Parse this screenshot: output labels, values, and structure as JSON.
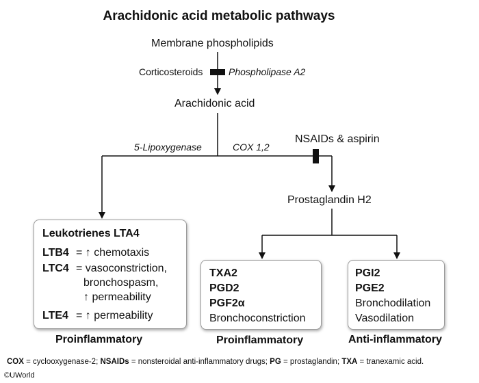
{
  "title": "Arachidonic acid metabolic pathways",
  "nodes": {
    "membrane": "Membrane phospholipids",
    "corticosteroids": "Corticosteroids",
    "phospholipase": "Phospholipase A2",
    "arachidonic": "Arachidonic acid",
    "lipoxygenase": "5-Lipoxygenase",
    "cox": "COX 1,2",
    "nsaids": "NSAIDs & aspirin",
    "pgh2": "Prostaglandin H2"
  },
  "leukotrienes": {
    "header": "Leukotrienes LTA4",
    "ltb4_label": "LTB4",
    "ltb4_text": "= ↑ chemotaxis",
    "ltc4_label": "LTC4",
    "ltc4_text1": "= vasoconstriction,",
    "ltc4_text2": "bronchospasm,",
    "ltc4_text3": "↑ permeability",
    "lte4_label": "LTE4",
    "lte4_text": "= ↑ permeability",
    "caption": "Proinflammatory"
  },
  "pro_prostanoids": {
    "items": [
      "TXA2",
      "PGD2",
      "PGF2α"
    ],
    "effect": "Bronchoconstriction",
    "caption": "Proinflammatory"
  },
  "anti_prostanoids": {
    "items": [
      "PGI2",
      "PGE2"
    ],
    "effects": [
      "Bronchodilation",
      "Vasodilation"
    ],
    "caption": "Anti-inflammatory"
  },
  "footnote": {
    "k1": "COX",
    "v1": " = cyclooxygenase-2; ",
    "k2": "NSAIDs",
    "v2": " = nonsteroidal anti-inflammatory drugs; ",
    "k3": "PG",
    "v3": " = prostaglandin; ",
    "k4": "TXA",
    "v4": " = tranexamic acid."
  },
  "copyright": "©UWorld"
}
